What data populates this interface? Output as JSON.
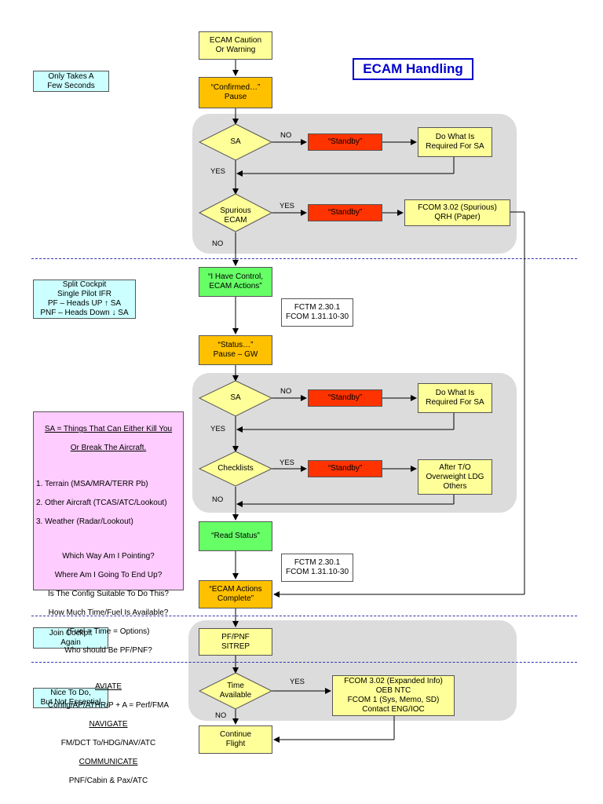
{
  "title": "ECAM Handling",
  "nodes": {
    "ecam_caution": "ECAM Caution\nOr Warning",
    "confirmed": "“Confirmed…”\nPause",
    "sa1": "SA",
    "standby1": "“Standby”",
    "do_required1": "Do What Is\nRequired For SA",
    "spurious": "Spurious\nECAM",
    "standby2": "“Standby”",
    "fcom_spurious": "FCOM 3.02 (Spurious)\nQRH (Paper)",
    "have_control": "“I Have Control,\nECAM Actions”",
    "ref1": "FCTM 2.30.1\nFCOM 1.31.10-30",
    "status": "“Status…”\nPause – GW",
    "sa2": "SA",
    "standby3": "“Standby”",
    "do_required2": "Do What Is\nRequired For SA",
    "checklists": "Checklists",
    "standby4": "“Standby”",
    "after_to": "After T/O\nOverweight LDG\nOthers",
    "read_status": "“Read Status”",
    "ref2": "FCTM 2.30.1\nFCOM 1.31.10-30",
    "actions_complete": "“ECAM Actions\nComplete”",
    "sitrep": "PF/PNF\nSITREP",
    "time_available": "Time\nAvailable",
    "fcom_expanded": "FCOM 3.02 (Expanded Info)\nOEB                NTC\nFCOM 1 (Sys, Memo, SD)\nContact ENG/IOC",
    "continue_flight": "Continue\nFlight"
  },
  "edges": {
    "no": "NO",
    "yes": "YES"
  },
  "side_notes": {
    "few_seconds": "Only Takes A\nFew Seconds",
    "split_cockpit": "Split Cockpit\nSingle Pilot IFR\nPF – Heads UP ↑ SA\nPNF – Heads Down ↓ SA",
    "join_cockpit": "Join Cockpit\nAgain",
    "nice_to_do": "Nice To Do,\nBut Not Essential"
  },
  "sa_box": {
    "heading1": "SA = Things That Can Either Kill You",
    "heading2": "Or Break The Aircraft.",
    "item1": "1. Terrain (MSA/MRA/TERR Pb)",
    "item2": "2. Other Aircraft (TCAS/ATC/Lookout)",
    "item3": "3. Weather (Radar/Lookout)",
    "q1": "Which Way Am I Pointing?",
    "q2": "Where Am I Going To End Up?",
    "q3": "Is The Config Suitable To Do This?",
    "q4": "How Much Time/Fuel Is Available?",
    "q5": "(Fuel = Time = Options)",
    "q6": "Who should Be PF/PNF?",
    "aviate": "AVIATE",
    "aviate_text": "Config/AP/ATHR/P + A = Perf/FMA",
    "navigate": "NAVIGATE",
    "navigate_text": "FM/DCT To/HDG/NAV/ATC",
    "communicate": "COMMUNICATE",
    "communicate_text": "PNF/Cabin & Pax/ATC"
  },
  "colors": {
    "process": "#ffff99",
    "pause": "#ffc000",
    "standby": "#ff3300",
    "action": "#66ff66",
    "note": "#ccffff",
    "sa_note": "#ffccff",
    "group": "#dcdcdc",
    "title": "#0000cc"
  }
}
